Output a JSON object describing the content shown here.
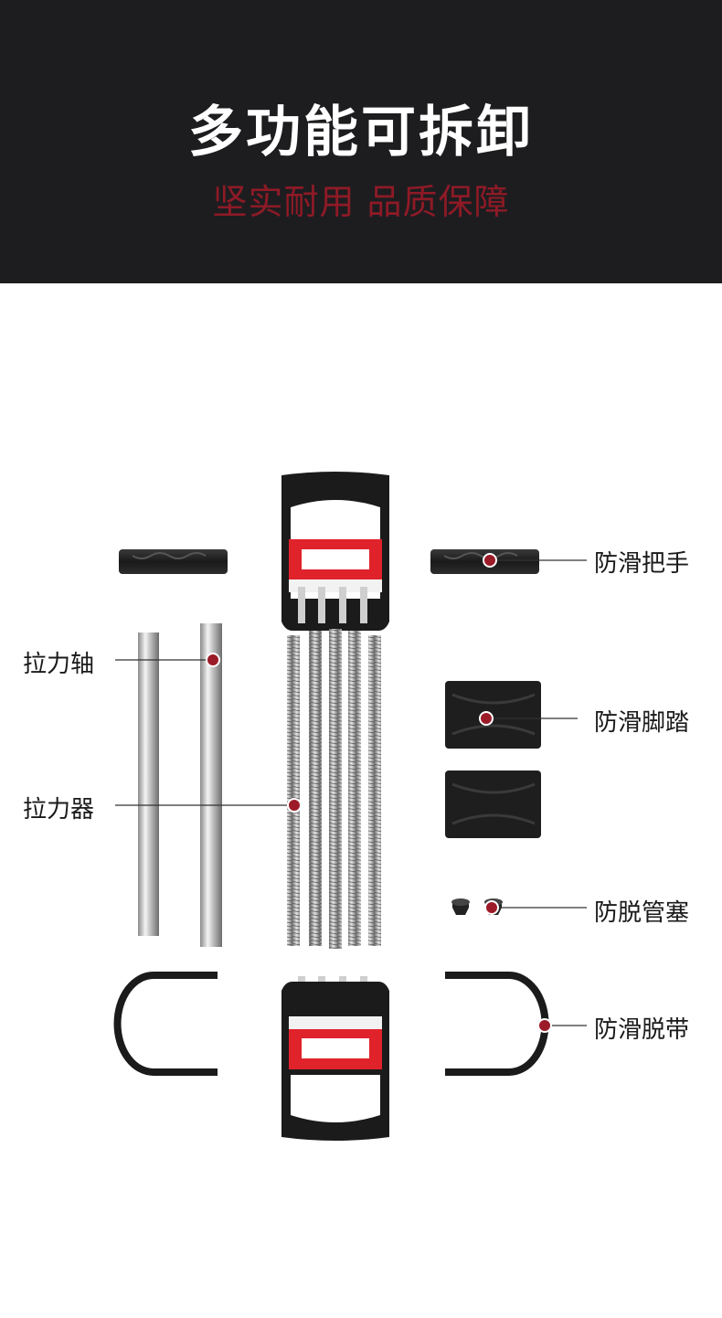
{
  "header": {
    "title": "多功能可拆卸",
    "subtitle": "坚实耐用 品质保障",
    "background_color": "#1d1d20",
    "title_color": "#ffffff",
    "subtitle_color": "#8e1a26"
  },
  "labels": {
    "anti_slip_handle": "防滑把手",
    "tension_shaft": "拉力轴",
    "anti_slip_pedal": "防滑脚踏",
    "expander": "拉力器",
    "anti_drop_plug": "防脱管塞",
    "anti_slip_strap": "防滑脱带"
  },
  "colors": {
    "marker": "#9c1b28",
    "accent_red": "#e0222a",
    "frame_black": "#1b1b1b"
  }
}
